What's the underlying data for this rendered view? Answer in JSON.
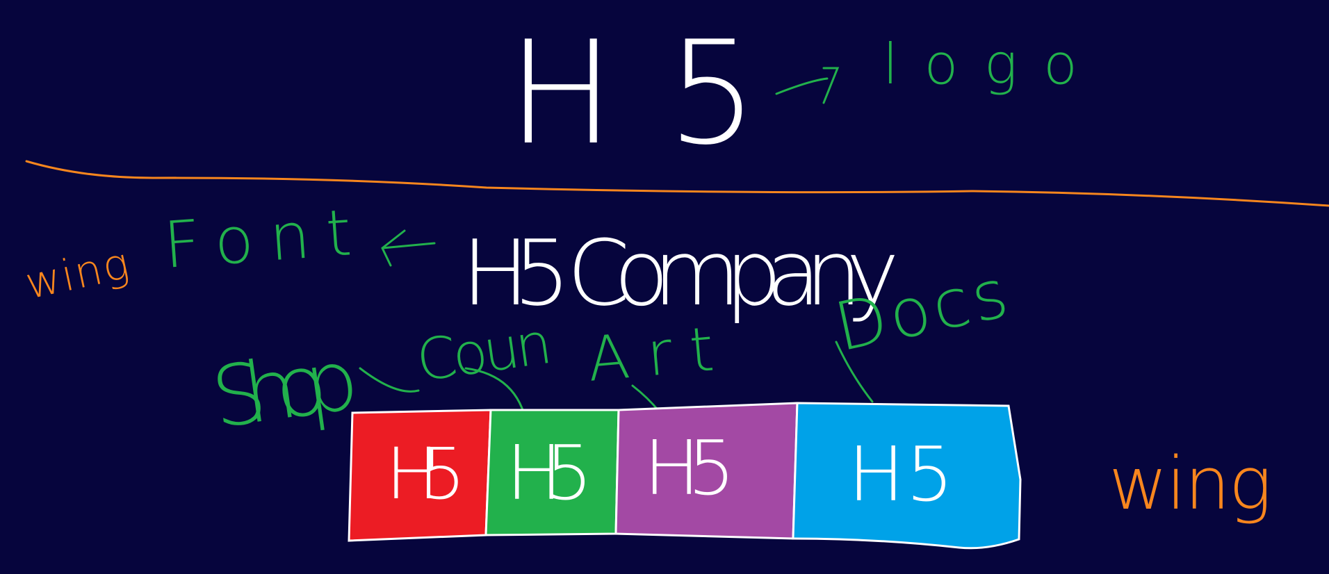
{
  "logo": {
    "text": "H5",
    "annotation": "logo"
  },
  "company_name": {
    "text": "H5 Company",
    "annotation": "Font",
    "wing_label": "wing"
  },
  "nav_boxes": [
    {
      "text": "H5",
      "label": "Shop",
      "color": "#ec1c24"
    },
    {
      "text": "H5",
      "label": "Coun",
      "color": "#22b14c"
    },
    {
      "text": "H5",
      "label": "Art",
      "color": "#a349a4"
    },
    {
      "text": "H5",
      "label": "Docs",
      "color": "#00a2e8"
    }
  ],
  "wing_right": "wing",
  "colors": {
    "background": "#06053d",
    "white_ink": "#ffffff",
    "green_ink": "#22b14c",
    "orange_ink": "#f7861e"
  }
}
